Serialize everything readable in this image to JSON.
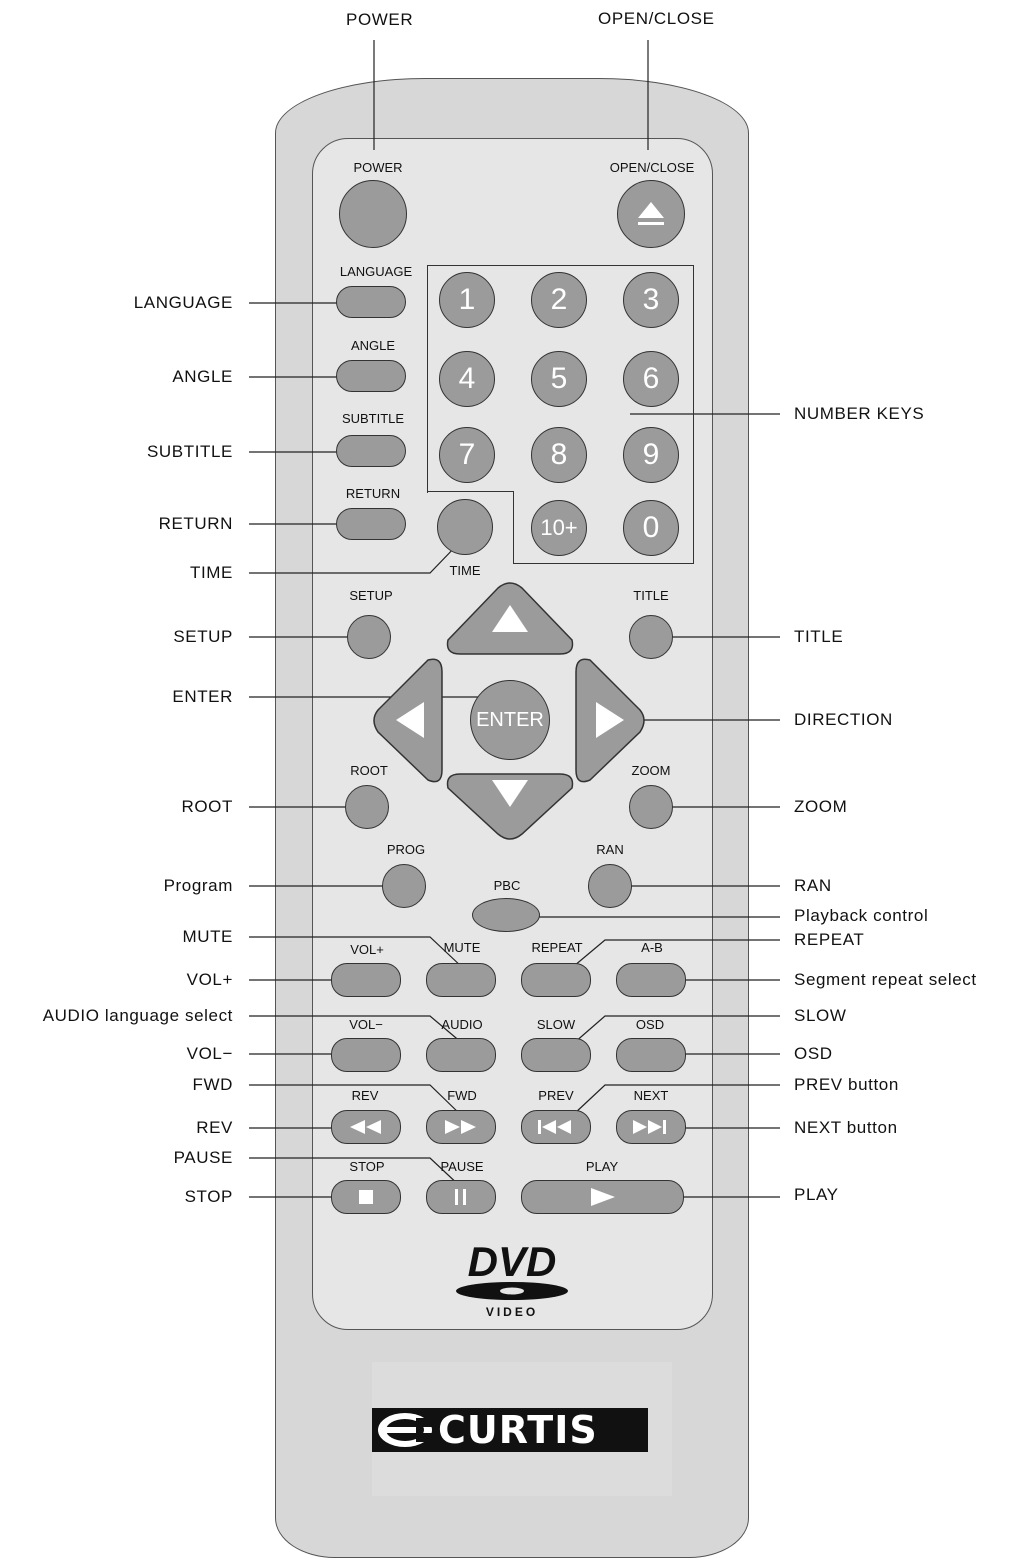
{
  "callouts": {
    "power": "POWER",
    "open_close": "OPEN/CLOSE",
    "language": "LANGUAGE",
    "angle": "ANGLE",
    "subtitle": "SUBTITLE",
    "return": "RETURN",
    "time": "TIME",
    "setup": "SETUP",
    "enter": "ENTER",
    "root": "ROOT",
    "program": "Program",
    "mute": "MUTE",
    "vol_up": "VOL+",
    "audio": "AUDIO language select",
    "vol_down": "VOL−",
    "fwd": "FWD",
    "rev": "REV",
    "pause": "PAUSE",
    "stop": "STOP",
    "number_keys": "NUMBER KEYS",
    "title": "TITLE",
    "direction": "DIRECTION",
    "zoom": "ZOOM",
    "ran": "RAN",
    "pbc": "Playback control",
    "repeat": "REPEAT",
    "ab": "Segment repeat select",
    "slow": "SLOW",
    "osd": "OSD",
    "prev": "PREV button",
    "next": "NEXT button",
    "play": "PLAY"
  },
  "buttons": {
    "power": "POWER",
    "open_close": "OPEN/CLOSE",
    "language": "LANGUAGE",
    "angle": "ANGLE",
    "subtitle": "SUBTITLE",
    "return": "RETURN",
    "time": "TIME",
    "setup": "SETUP",
    "title": "TITLE",
    "enter": "ENTER",
    "root": "ROOT",
    "zoom": "ZOOM",
    "prog": "PROG",
    "ran": "RAN",
    "pbc": "PBC",
    "vol_up": "VOL+",
    "mute": "MUTE",
    "repeat": "REPEAT",
    "ab": "A-B",
    "vol_down": "VOL−",
    "audio": "AUDIO",
    "slow": "SLOW",
    "osd": "OSD",
    "rev": "REV",
    "fwd": "FWD",
    "prev": "PREV",
    "next": "NEXT",
    "stop": "STOP",
    "pause": "PAUSE",
    "play": "PLAY"
  },
  "numbers": [
    "1",
    "2",
    "3",
    "4",
    "5",
    "6",
    "7",
    "8",
    "9",
    "10+",
    "0"
  ],
  "logos": {
    "dvd": "DVD",
    "video": "VIDEO",
    "brand": "CURTIS"
  },
  "colors": {
    "button": "#9b9b9b",
    "shell": "#d7d7d7",
    "face": "#e6e6e6",
    "outline": "#333333"
  }
}
